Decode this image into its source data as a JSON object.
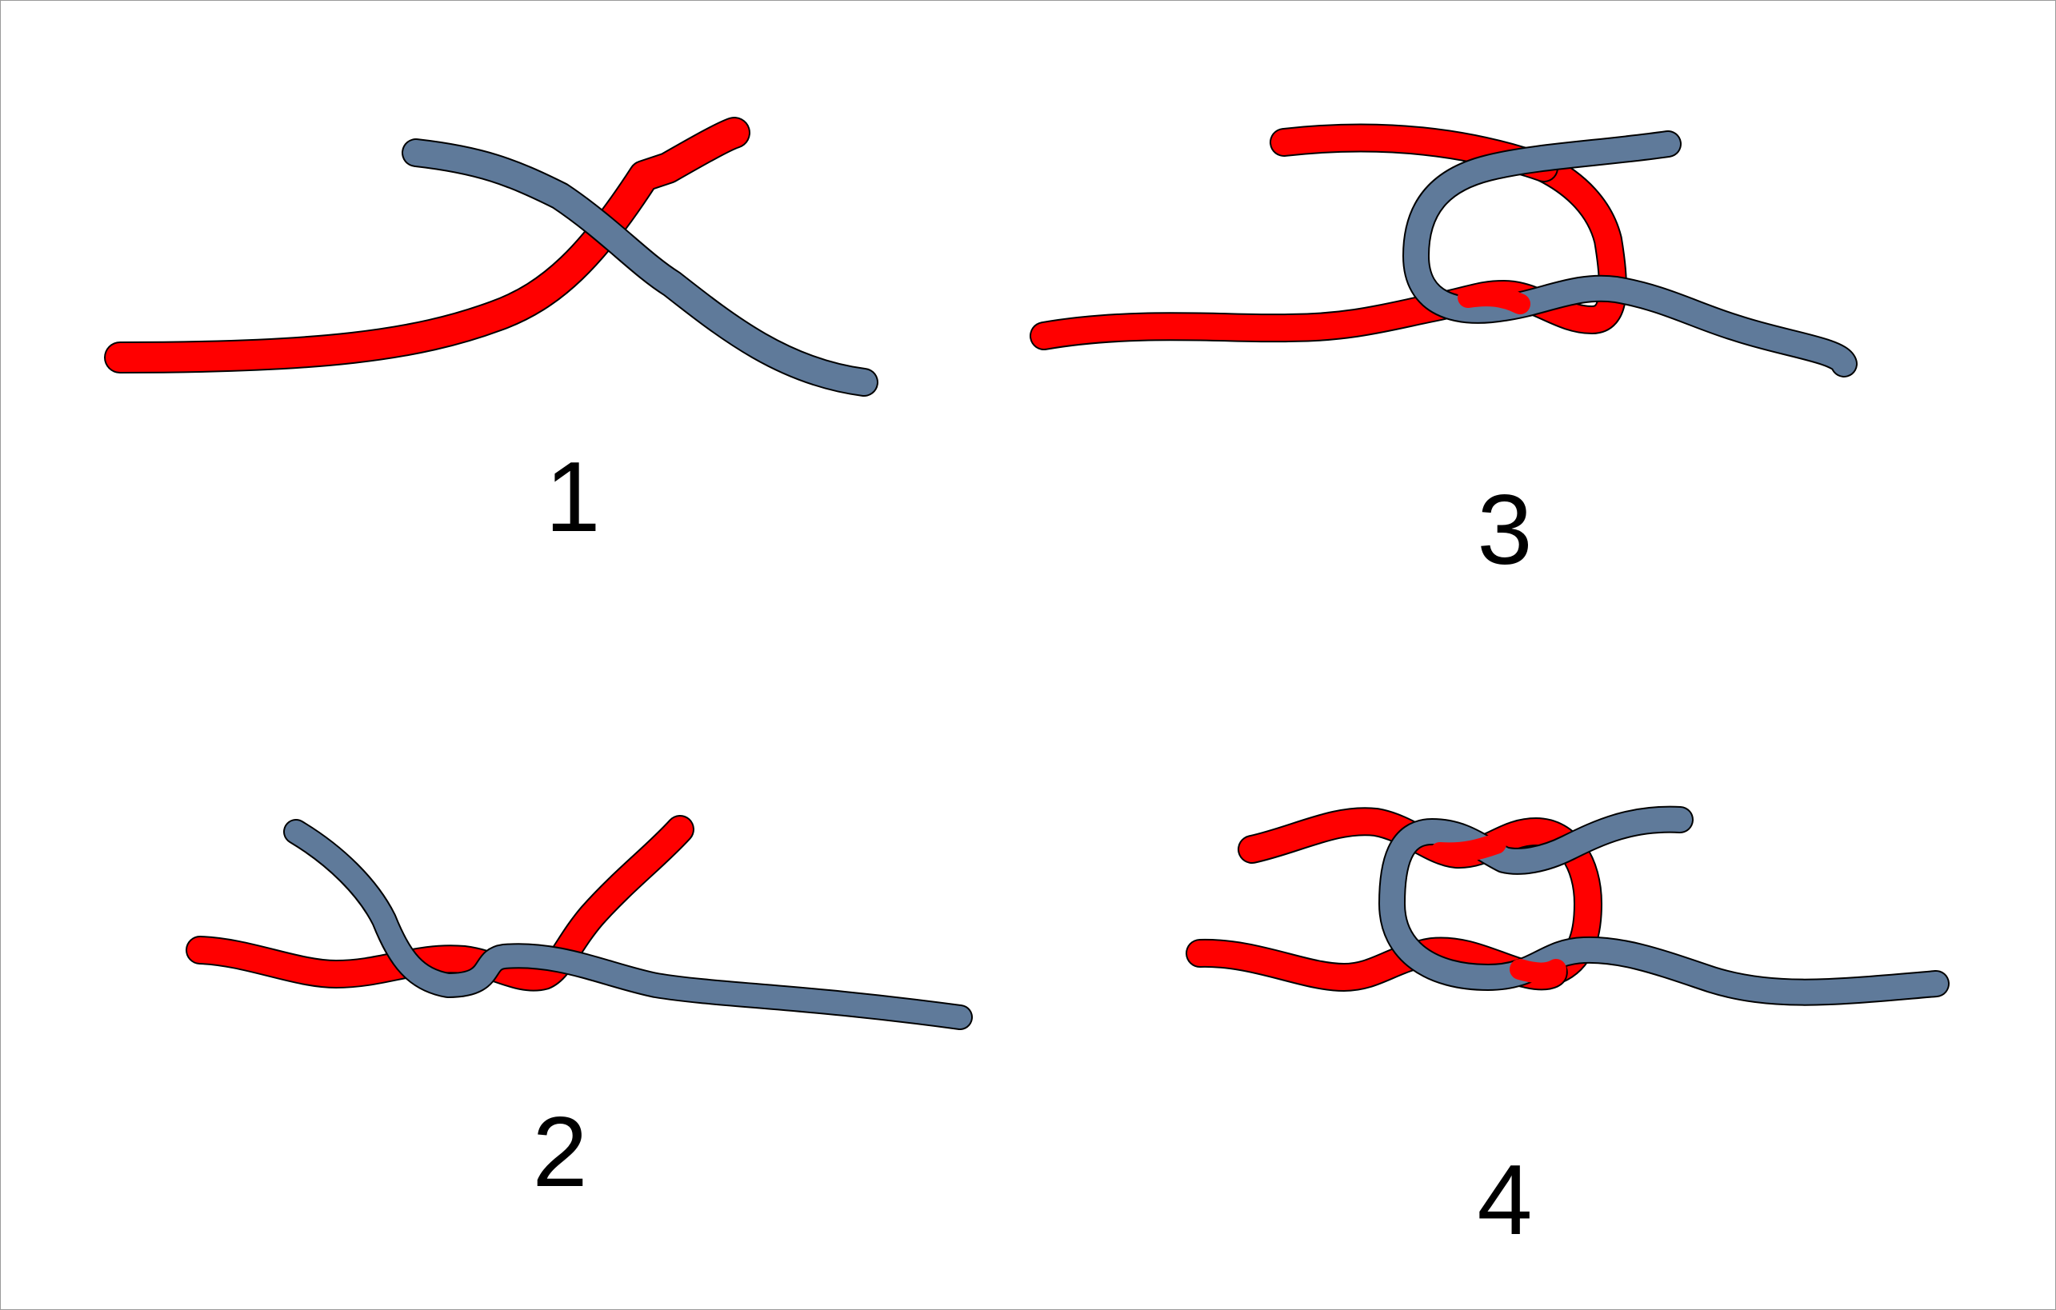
{
  "colors": {
    "rope_red": "#ff0000",
    "rope_blue": "#5f7a9a",
    "outline": "#000000",
    "background": "#ffffff"
  },
  "steps": [
    {
      "label": "1"
    },
    {
      "label": "2"
    },
    {
      "label": "3"
    },
    {
      "label": "4"
    }
  ]
}
